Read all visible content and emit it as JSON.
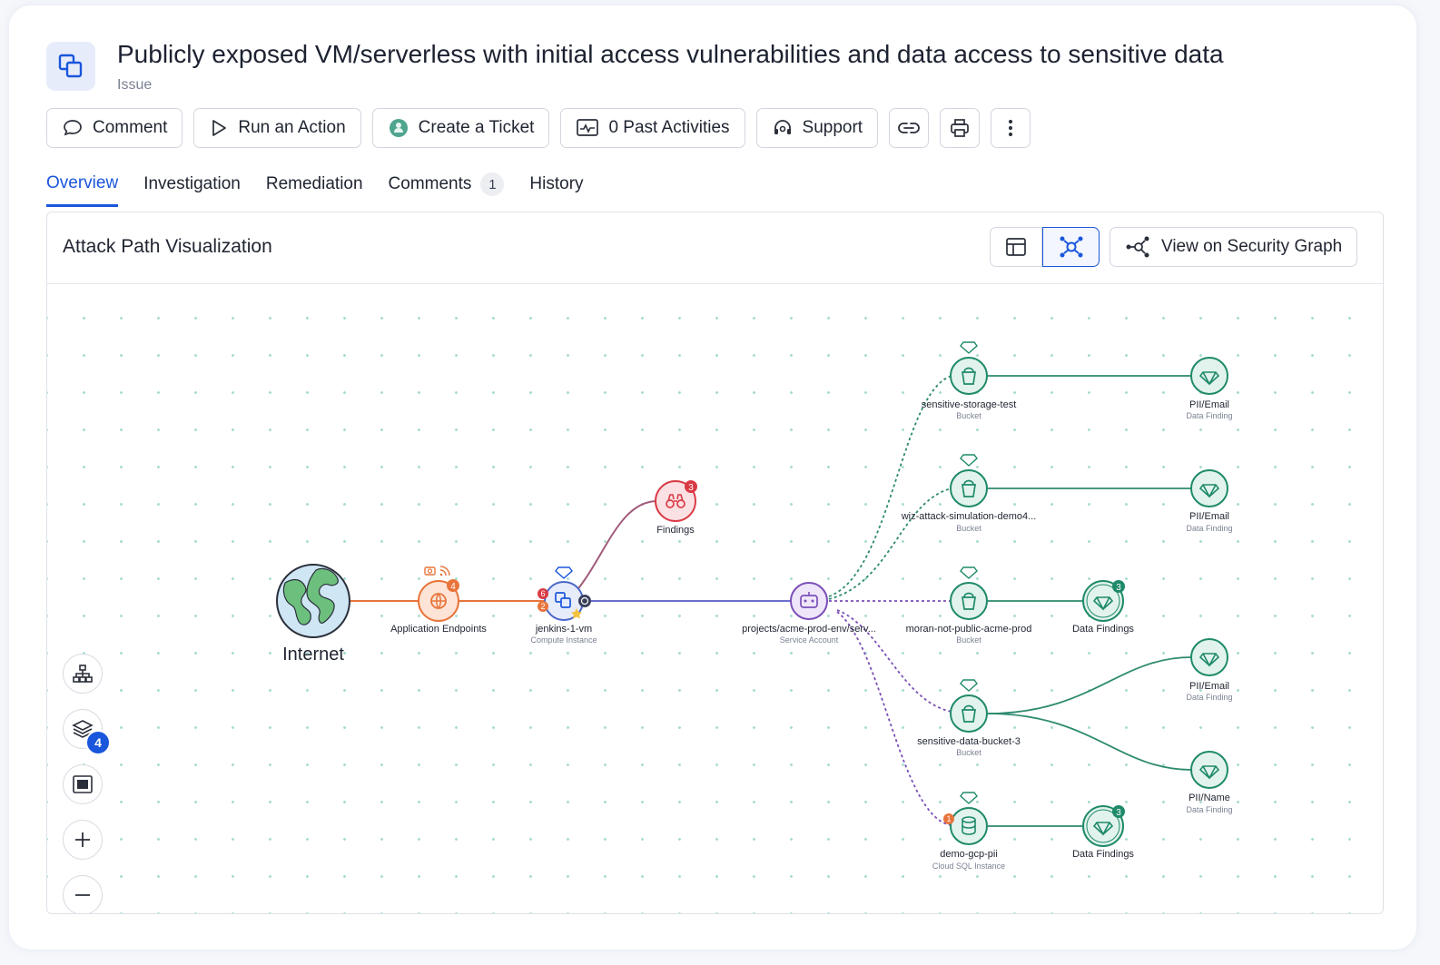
{
  "header": {
    "title": "Publicly exposed VM/serverless with initial access vulnerabilities and data access to sensitive data",
    "subtitle": "Issue"
  },
  "toolbar": {
    "comment": "Comment",
    "run_action": "Run an Action",
    "create_ticket": "Create a Ticket",
    "past_activities": "0 Past Activities",
    "support": "Support"
  },
  "tabs": {
    "overview": "Overview",
    "investigation": "Investigation",
    "remediation": "Remediation",
    "comments": "Comments",
    "comments_count": "1",
    "history": "History"
  },
  "panel": {
    "title": "Attack Path Visualization",
    "view_graph": "View on Security Graph"
  },
  "side_tools": {
    "layers_badge": "4"
  },
  "graph": {
    "internet": {
      "label": "Internet"
    },
    "app_endpoints": {
      "label": "Application Endpoints",
      "badge": "4"
    },
    "jenkins": {
      "label": "jenkins-1-vm",
      "sublabel": "Compute Instance",
      "badge_a": "6",
      "badge_b": "2"
    },
    "findings": {
      "label": "Findings",
      "badge": "3"
    },
    "service_account": {
      "label": "projects/acme-prod-env/serv...",
      "sublabel": "Service Account"
    },
    "bucket1": {
      "label": "sensitive-storage-test",
      "sublabel": "Bucket"
    },
    "bucket2": {
      "label": "wiz-attack-simulation-demo4...",
      "sublabel": "Bucket"
    },
    "bucket3": {
      "label": "moran-not-public-acme-prod",
      "sublabel": "Bucket"
    },
    "bucket4": {
      "label": "sensitive-data-bucket-3",
      "sublabel": "Bucket"
    },
    "sql": {
      "label": "demo-gcp-pii",
      "sublabel": "Cloud SQL Instance",
      "badge": "1"
    },
    "pii1": {
      "label": "PII/Email",
      "sublabel": "Data Finding"
    },
    "pii2": {
      "label": "PII/Email",
      "sublabel": "Data Finding"
    },
    "df3": {
      "label": "Data Findings",
      "badge": "3"
    },
    "pii4": {
      "label": "PII/Email",
      "sublabel": "Data Finding"
    },
    "pii5": {
      "label": "PII/Name",
      "sublabel": "Data Finding"
    },
    "df6": {
      "label": "Data Findings",
      "badge": "3"
    }
  },
  "colors": {
    "accent": "#1a56db",
    "internet_edge": "#e8743b",
    "finding_red": "#d93b46",
    "data_green": "#1f8a6a",
    "service_purple": "#7b4fb8"
  }
}
